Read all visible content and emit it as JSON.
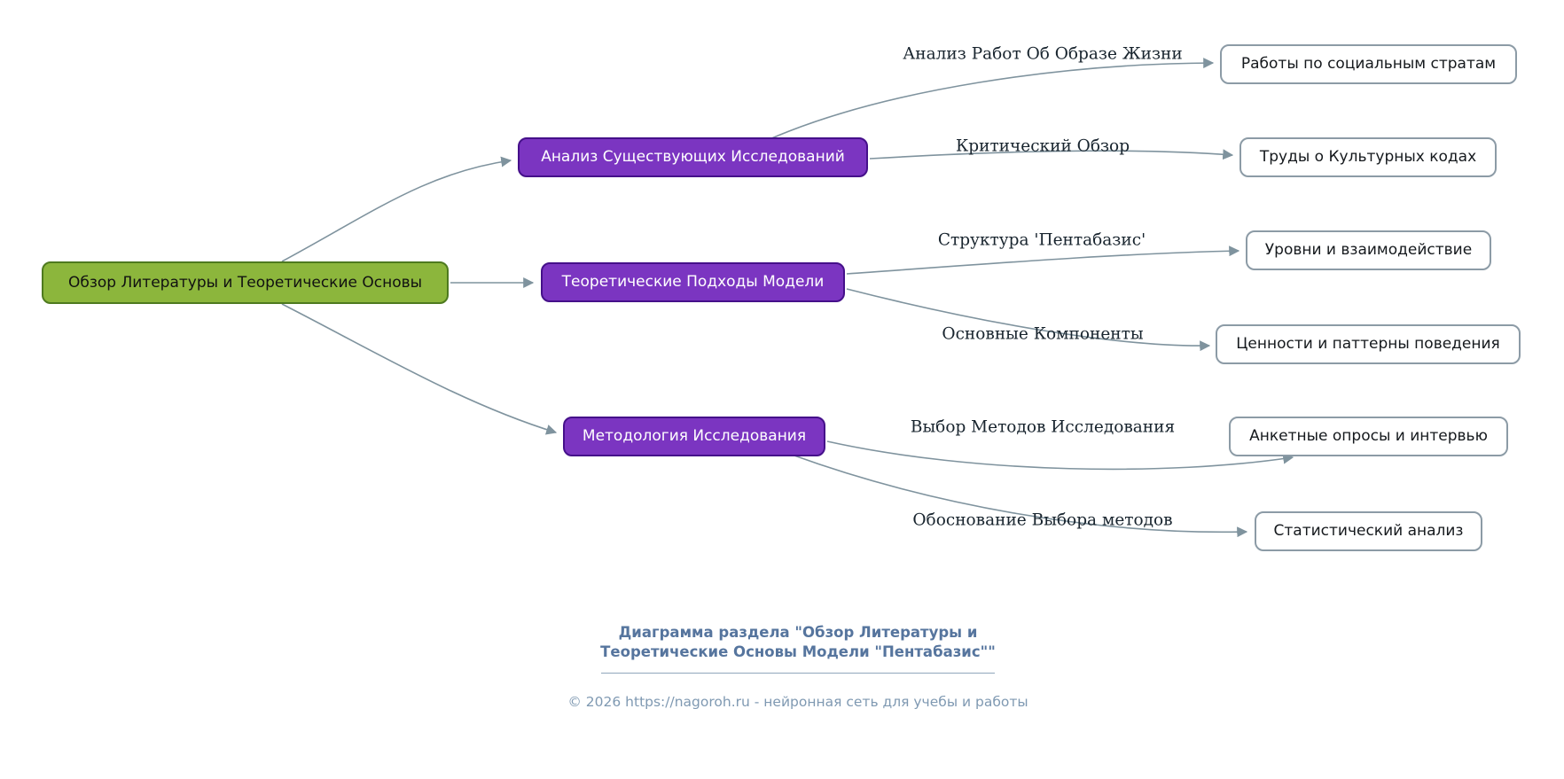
{
  "diagram": {
    "root": {
      "label": "Обзор Литературы и Теоретические Основы"
    },
    "branches": [
      {
        "label": "Анализ Существующих Исследований"
      },
      {
        "label": "Теоретические Подходы Модели"
      },
      {
        "label": "Методология Исследования"
      }
    ],
    "leaves": [
      {
        "label": "Работы по социальным стратам"
      },
      {
        "label": "Труды о Культурных кодах"
      },
      {
        "label": "Уровни и взаимодействие"
      },
      {
        "label": "Ценности и паттерны поведения"
      },
      {
        "label": "Анкетные опросы и интервью"
      },
      {
        "label": "Статистический анализ"
      }
    ],
    "edges": [
      {
        "from": "Анализ Существующих Исследований",
        "to": "Работы по социальным стратам",
        "label": "Анализ Работ Об Образе Жизни"
      },
      {
        "from": "Анализ Существующих Исследований",
        "to": "Труды о Культурных кодах",
        "label": "Критический Обзор"
      },
      {
        "from": "Теоретические Подходы Модели",
        "to": "Уровни и взаимодействие",
        "label": "Структура 'Пентабазис'"
      },
      {
        "from": "Теоретические Подходы Модели",
        "to": "Ценности и паттерны поведения",
        "label": "Основные Компоненты"
      },
      {
        "from": "Методология Исследования",
        "to": "Анкетные опросы и интервью",
        "label": "Выбор Методов Исследования"
      },
      {
        "from": "Методология Исследования",
        "to": "Статистический анализ",
        "label": "Обоснование Выбора методов"
      }
    ],
    "colors": {
      "root_fill": "#8CB63C",
      "root_border": "#4E7A1F",
      "branch_fill": "#7B35C1",
      "branch_border": "#45108A",
      "leaf_fill": "#FFFFFF",
      "leaf_border": "#8C9BA6",
      "edge": "#7F939E",
      "edge_label_text": "#18242E",
      "footer_title_text": "#56759E",
      "footer_copyright_text": "#7F99B2"
    }
  },
  "footer": {
    "title_line1": "Диаграмма раздела \"Обзор Литературы и",
    "title_line2": "Теоретические Основы Модели \"Пентабазис\"\"",
    "copyright": "© 2026 https://nagoroh.ru - нейронная сеть для учебы и работы"
  }
}
